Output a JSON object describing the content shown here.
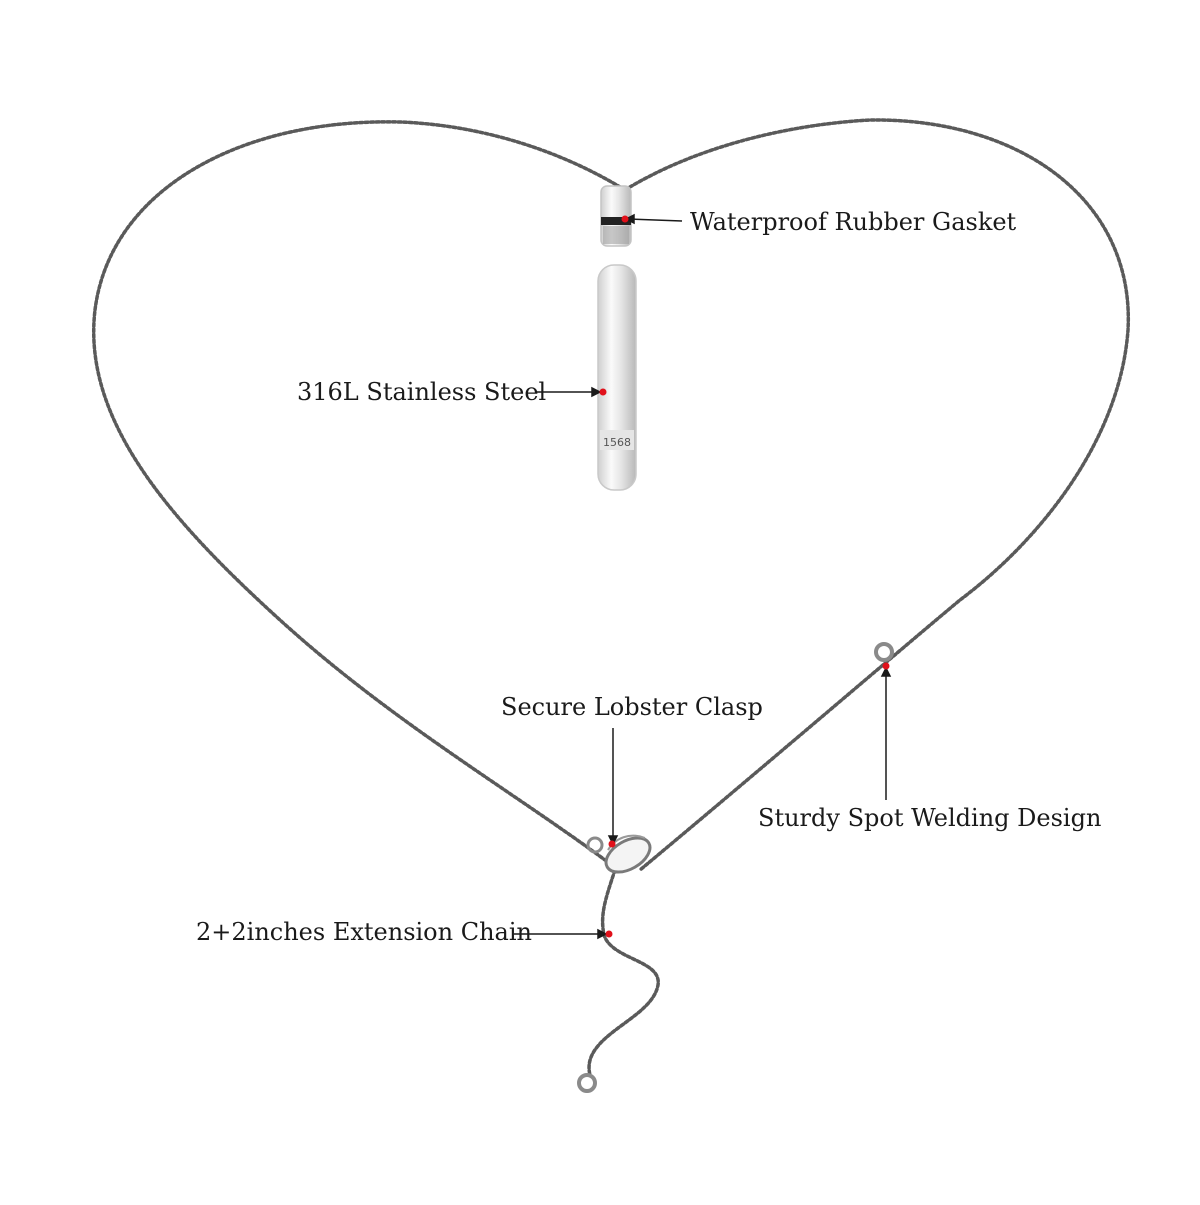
{
  "labels": {
    "gasket": "Waterproof Rubber Gasket",
    "steel": "316L Stainless Steel",
    "clasp": "Secure Lobster Clasp",
    "weld": "Sturdy Spot Welding Design",
    "extension": "2+2inches Extension Chain"
  },
  "engraving": "1568",
  "colors": {
    "chain": "#5a5a5a",
    "steel_light": "#f2f2f2",
    "steel_dark": "#bdbdbd",
    "marker": "#e0101a",
    "leader": "#1a1a1a"
  }
}
